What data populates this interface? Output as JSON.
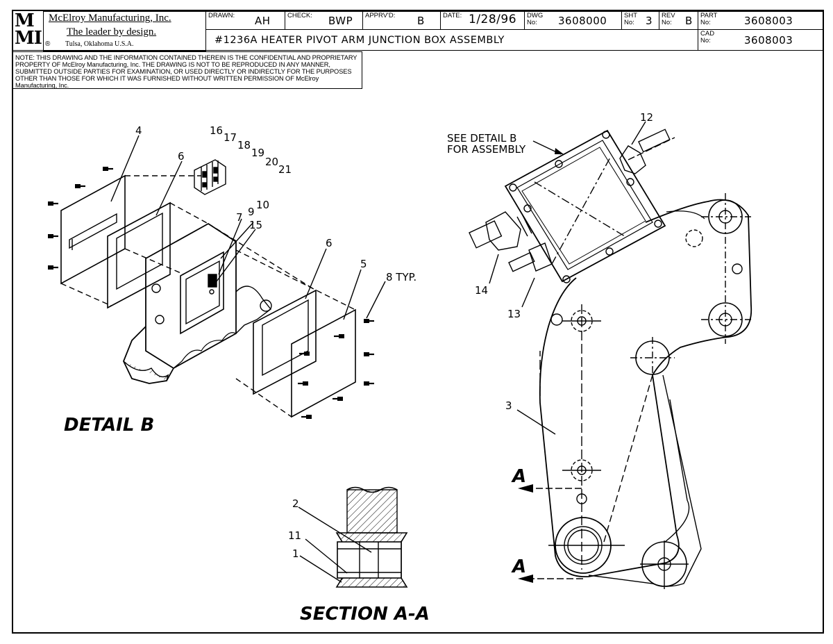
{
  "company": {
    "logo": "MMI",
    "name": "McElroy Manufacturing, Inc.",
    "tagline": "The leader by design.",
    "registered": "®",
    "location": "Tulsa, Oklahoma U.S.A."
  },
  "title_block": {
    "drawn_label": "DRAWN:",
    "drawn": "AH",
    "check_label": "CHECK:",
    "check": "BWP",
    "apprvd_label": "APPRV'D:",
    "apprvd": "B",
    "date_label": "DATE:",
    "date": "1/28/96",
    "dwg_label": "DWG No:",
    "dwg": "3608000",
    "sht_label": "SHT No:",
    "sht": "3",
    "rev_label": "REV No:",
    "rev": "B",
    "part_label": "PART No:",
    "part": "3608003",
    "cad_label": "CAD No:",
    "cad": "3608003",
    "title": "#1236A HEATER PIVOT ARM JUNCTION BOX ASSEMBLY"
  },
  "note": "NOTE: THIS DRAWING AND THE INFORMATION CONTAINED THEREIN IS THE CONFIDENTIAL AND PROPRIETARY PROPERTY OF McElroy Manufacturing, Inc. THE DRAWING IS NOT TO BE REPRODUCED IN ANY MANNER, SUBMITTED OUTSIDE PARTIES FOR EXAMINATION, OR USED DIRECTLY OR INDIRECTLY FOR THE PURPOSES OTHER THAN THOSE FOR WHICH IT WAS FURNISHED WITHOUT WRITTEN PERMISSION OF McElroy Manufacturing, Inc.",
  "callouts": {
    "c4": "4",
    "c6a": "6",
    "c16": "16",
    "c17": "17",
    "c18": "18",
    "c19": "19",
    "c20": "20",
    "c21": "21",
    "c10": "10",
    "c7": "7",
    "c9": "9",
    "c15": "15",
    "c6b": "6",
    "c5": "5",
    "c8": "8 TYP.",
    "c12": "12",
    "c14": "14",
    "c13": "13",
    "c3": "3",
    "c2": "2",
    "c11": "11",
    "c1": "1",
    "see_detail_1": "SEE DETAIL B",
    "see_detail_2": "FOR ASSEMBLY",
    "section_a_top": "A",
    "section_a_bottom": "A"
  },
  "views": {
    "detail_b": "DETAIL B",
    "section_aa": "SECTION A-A"
  }
}
